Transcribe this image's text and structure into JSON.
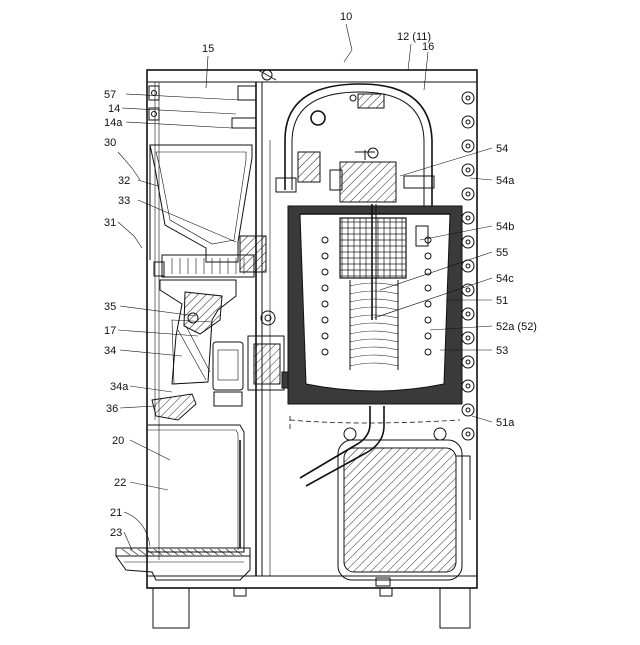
{
  "figure": {
    "labels": {
      "l10": "10",
      "l12": "12 (11)",
      "l16": "16",
      "l15": "15",
      "l57": "57",
      "l14": "14",
      "l14a": "14a",
      "l30": "30",
      "l32": "32",
      "l33": "33",
      "l31": "31",
      "l35": "35",
      "l17": "17",
      "l34": "34",
      "l34a": "34a",
      "l36": "36",
      "l20": "20",
      "l22": "22",
      "l21": "21",
      "l23": "23",
      "l54": "54",
      "l54a": "54a",
      "l54b": "54b",
      "l55": "55",
      "l54c": "54c",
      "l51": "51",
      "l52a": "52a (52)",
      "l53": "53",
      "l51a": "51a"
    }
  }
}
